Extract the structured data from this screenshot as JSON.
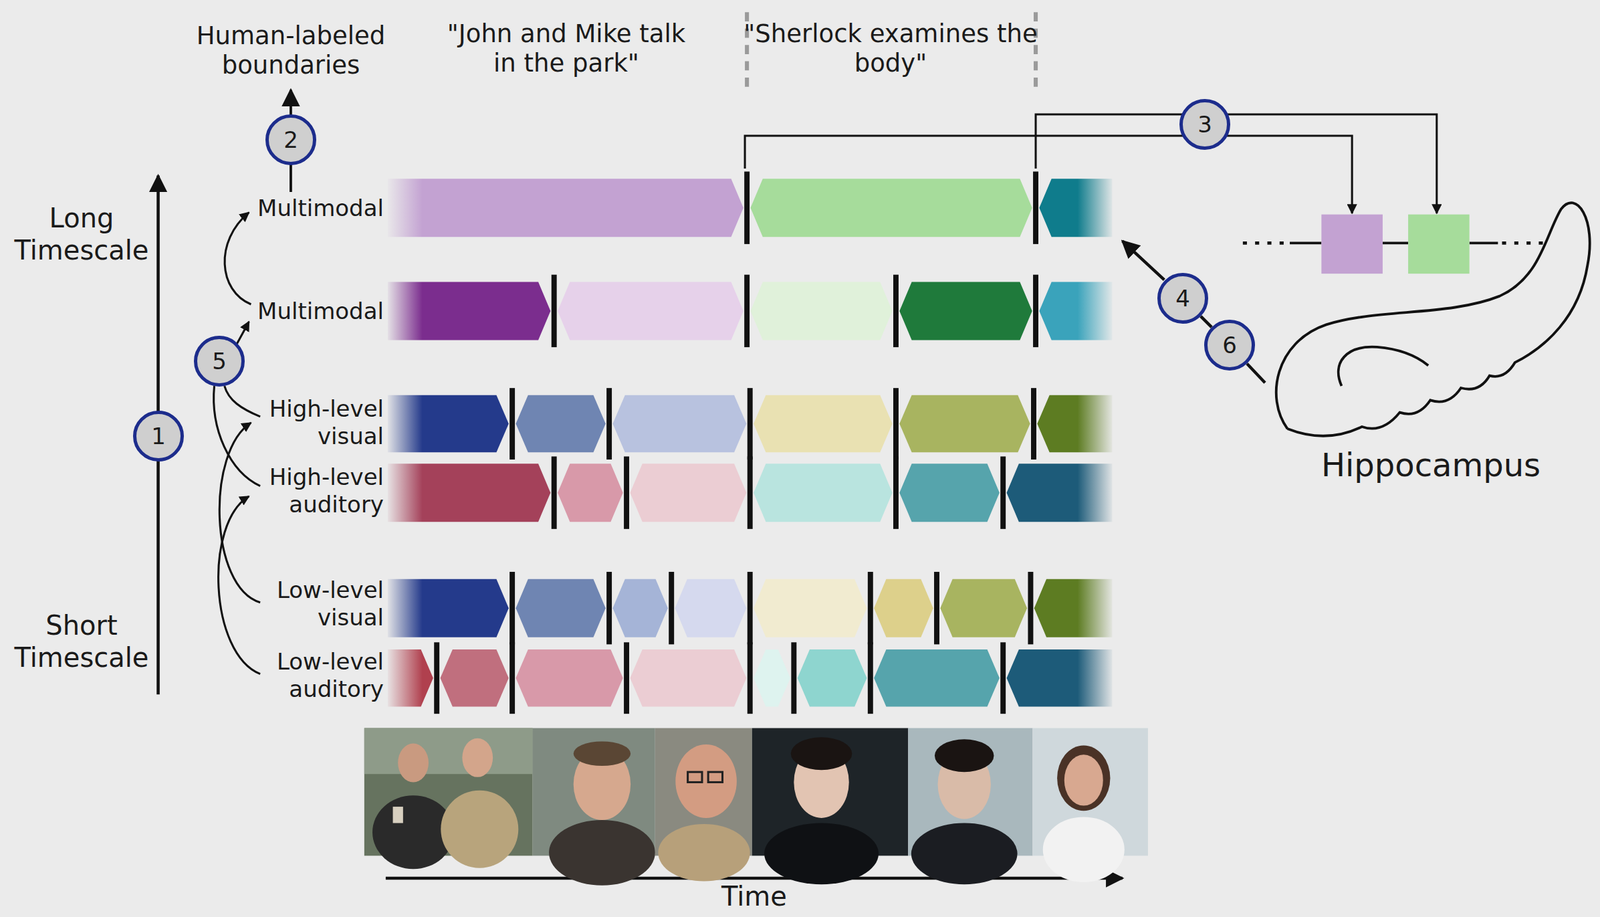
{
  "diagram": {
    "nodes": [
      {
        "text": [
          "1"
        ]
      },
      {
        "text": [
          "2"
        ]
      },
      {
        "text": [
          "3"
        ]
      },
      {
        "text": [
          "4"
        ]
      },
      {
        "text": [
          "5"
        ]
      },
      {
        "text": [
          "6"
        ]
      },
      {
        "text": [
          "Hippocampus"
        ]
      }
    ],
    "edges": [
      {
        "from": 6,
        "to": 5,
        "arrow": "none"
      },
      {
        "from": 5,
        "to": 3,
        "arrow": "none"
      }
    ],
    "labels": [
      "Human-labeled boundaries",
      "\"John and Mike talk in the park\"",
      "\"Sherlock examines the body\"",
      "Long Timescale",
      "Short Timescale",
      "Multimodal",
      "Multimodal",
      "High-level visual",
      "High-level auditory",
      "Low-level visual",
      "Low-level auditory",
      "Time"
    ]
  }
}
